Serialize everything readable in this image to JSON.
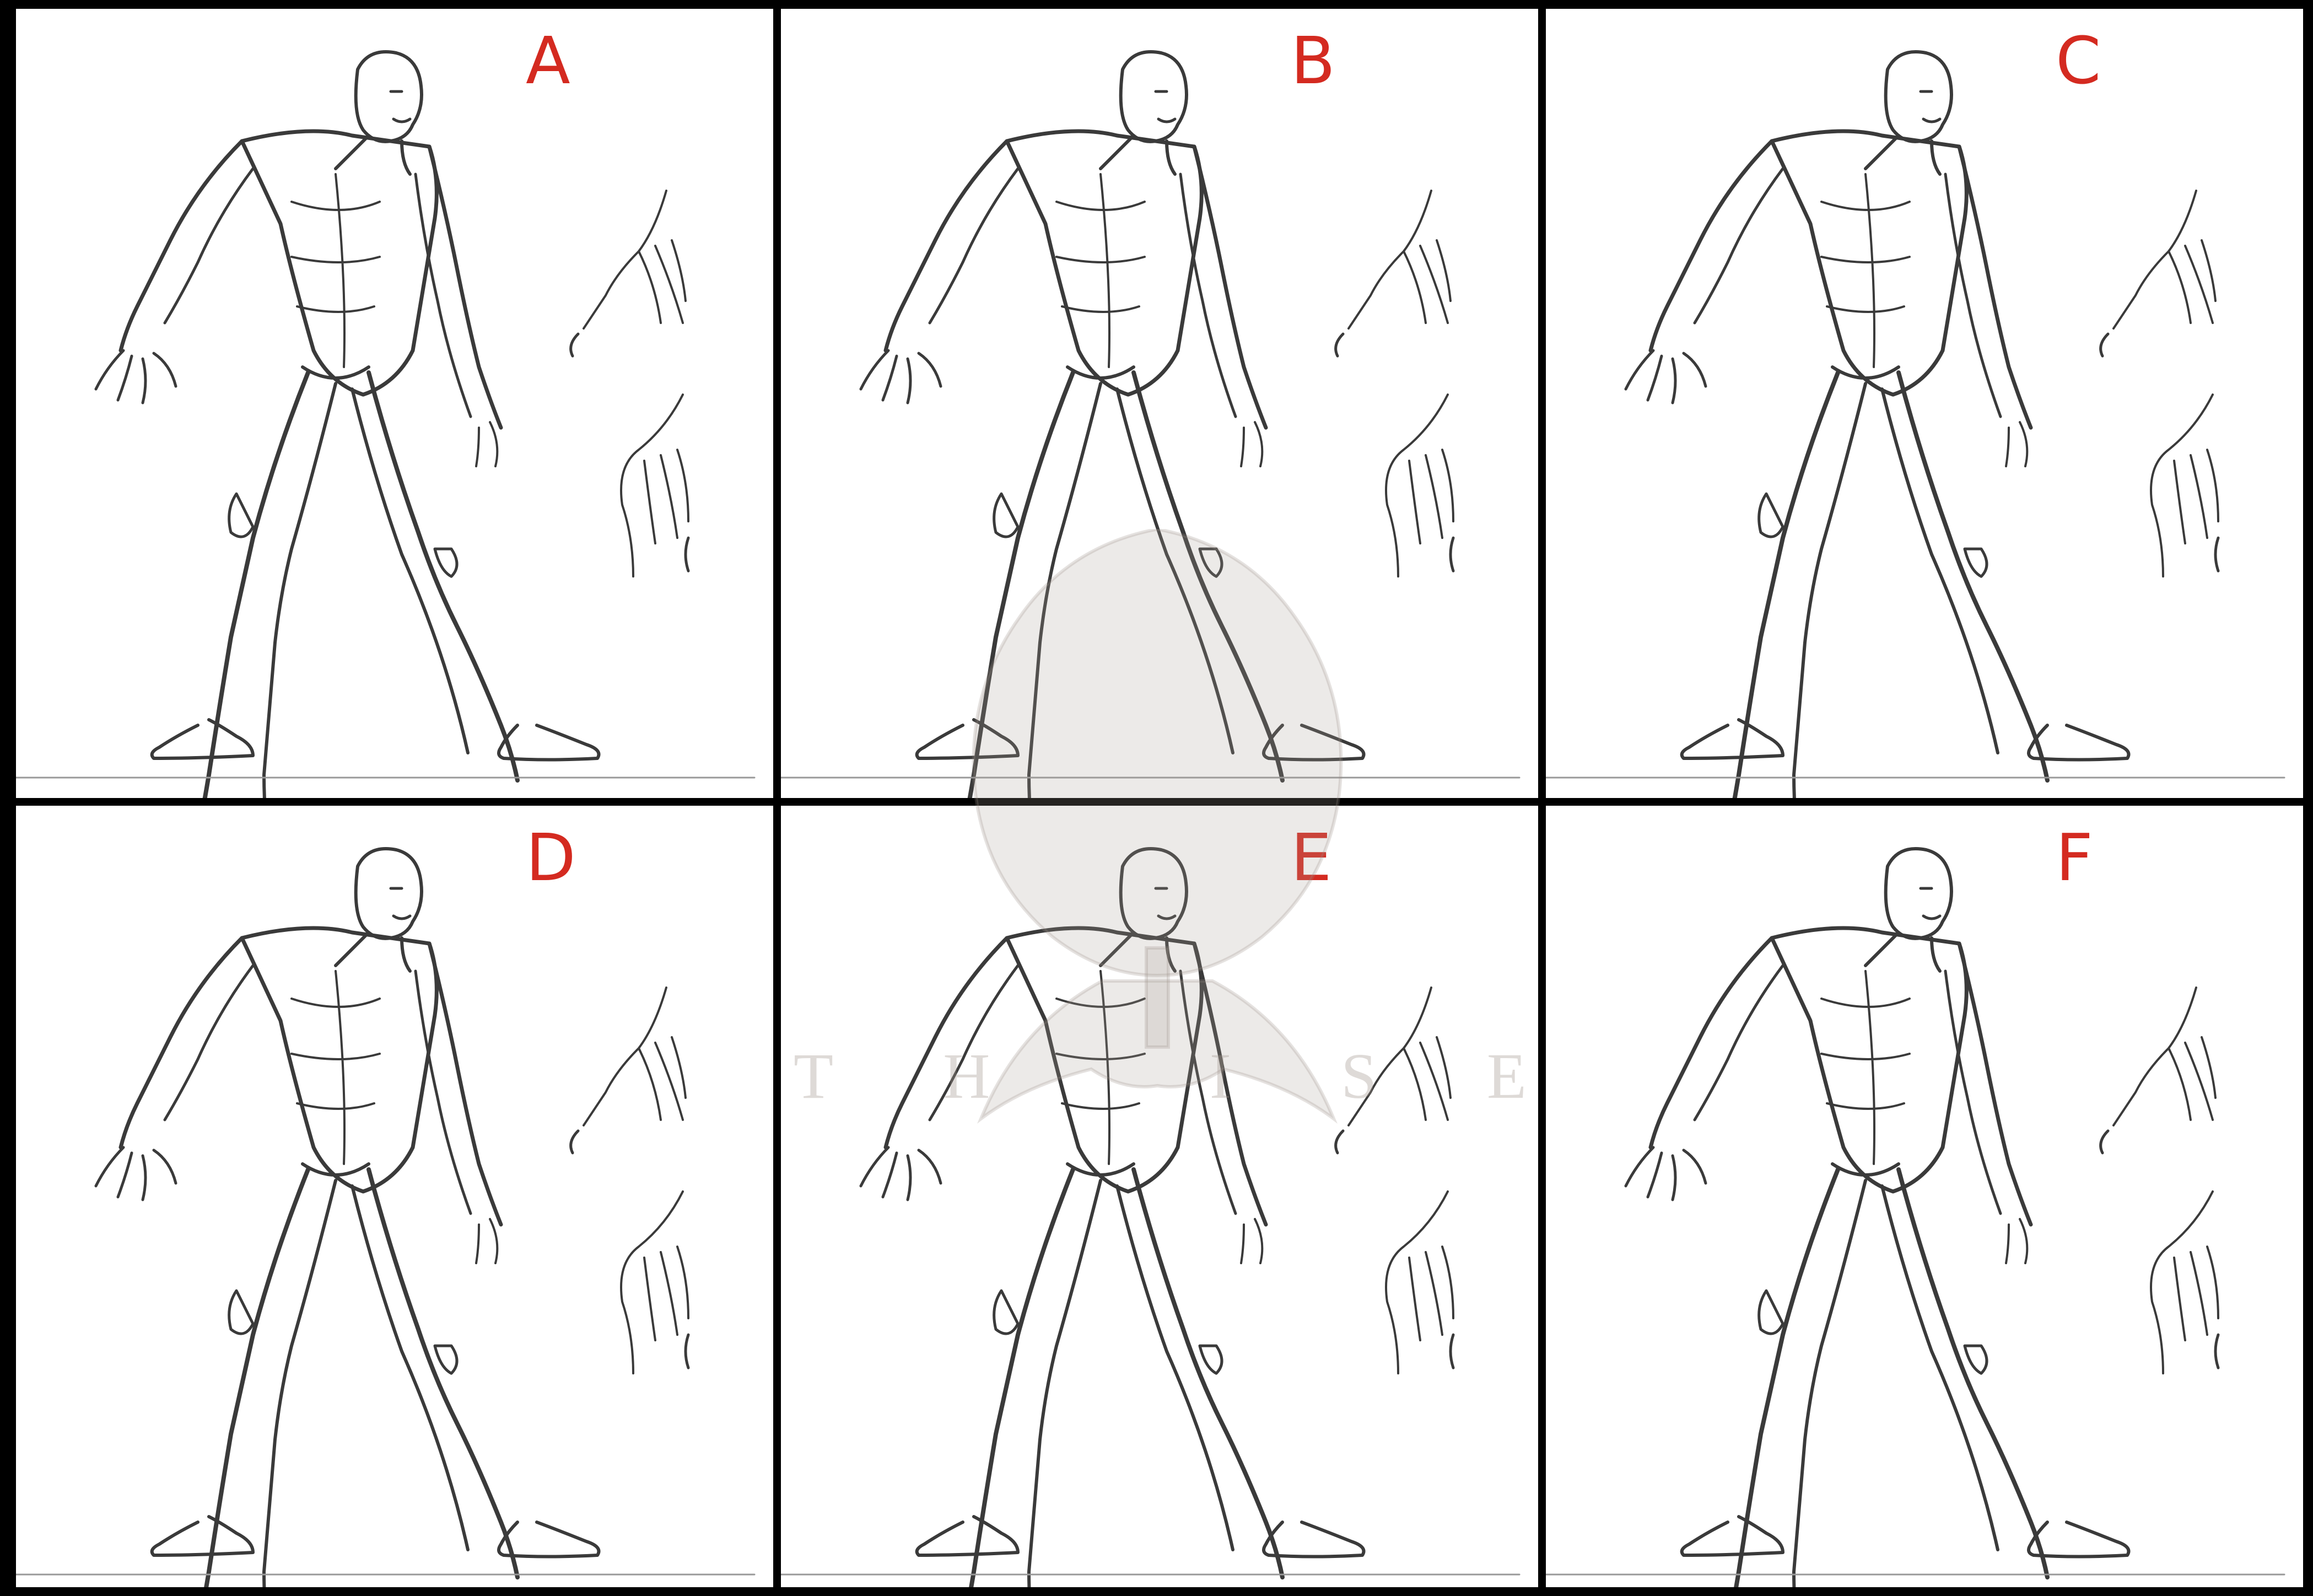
{
  "panels": [
    {
      "label": "A"
    },
    {
      "label": "B"
    },
    {
      "label": "C"
    },
    {
      "label": "D"
    },
    {
      "label": "E"
    },
    {
      "label": "F"
    }
  ],
  "watermark": {
    "letters": [
      "T",
      "H",
      "",
      "I",
      "S",
      "E"
    ]
  },
  "colors": {
    "background": "#000000",
    "panel": "#ffffff",
    "label": "#d42a20",
    "sketch": "#3a3a3a"
  }
}
